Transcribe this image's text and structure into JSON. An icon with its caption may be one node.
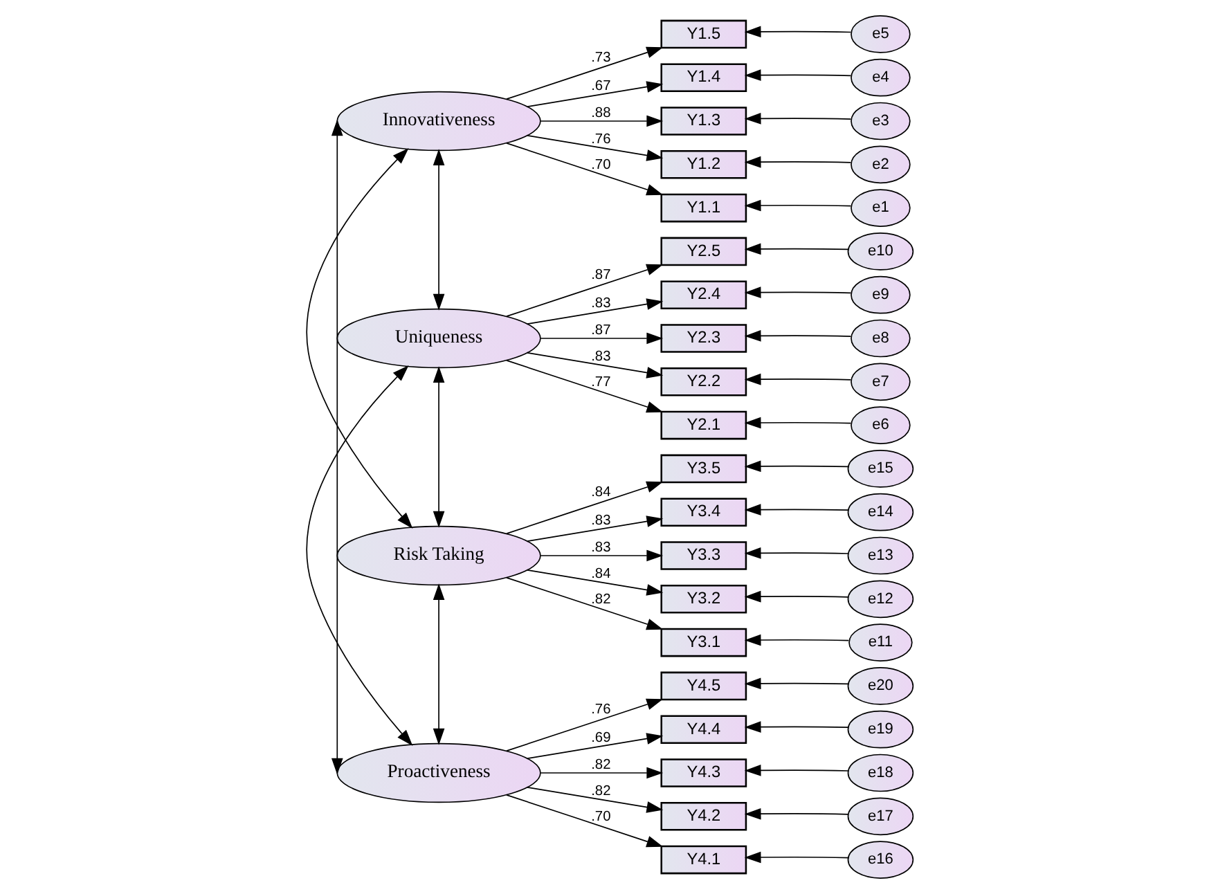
{
  "diagram": {
    "nodes": [
      {
        "text": [
          "Innovativeness"
        ]
      },
      {
        "text": [
          "Uniqueness"
        ]
      },
      {
        "text": [
          "Risk Taking"
        ]
      },
      {
        "text": [
          "Proactiveness"
        ]
      },
      {
        "text": [
          "Y1.5"
        ]
      },
      {
        "text": [
          "e5"
        ]
      },
      {
        "text": [
          "Y1.4"
        ]
      },
      {
        "text": [
          "e4"
        ]
      },
      {
        "text": [
          "Y1.3"
        ]
      },
      {
        "text": [
          "e3"
        ]
      },
      {
        "text": [
          "Y1.2"
        ]
      },
      {
        "text": [
          "e2"
        ]
      },
      {
        "text": [
          "Y1.1"
        ]
      },
      {
        "text": [
          "e1"
        ]
      },
      {
        "text": [
          "Y2.5"
        ]
      },
      {
        "text": [
          "e10"
        ]
      },
      {
        "text": [
          "Y2.4"
        ]
      },
      {
        "text": [
          "e9"
        ]
      },
      {
        "text": [
          "Y2.3"
        ]
      },
      {
        "text": [
          "e8"
        ]
      },
      {
        "text": [
          "Y2.2"
        ]
      },
      {
        "text": [
          "e7"
        ]
      },
      {
        "text": [
          "Y2.1"
        ]
      },
      {
        "text": [
          "e6"
        ]
      },
      {
        "text": [
          "Y3.5"
        ]
      },
      {
        "text": [
          "e15"
        ]
      },
      {
        "text": [
          "Y3.4"
        ]
      },
      {
        "text": [
          "e14"
        ]
      },
      {
        "text": [
          "Y3.3"
        ]
      },
      {
        "text": [
          "e13"
        ]
      },
      {
        "text": [
          "Y3.2"
        ]
      },
      {
        "text": [
          "e12"
        ]
      },
      {
        "text": [
          "Y3.1"
        ]
      },
      {
        "text": [
          "e11"
        ]
      },
      {
        "text": [
          "Y4.5"
        ]
      },
      {
        "text": [
          "e20"
        ]
      },
      {
        "text": [
          "Y4.4"
        ]
      },
      {
        "text": [
          "e19"
        ]
      },
      {
        "text": [
          "Y4.3"
        ]
      },
      {
        "text": [
          "e18"
        ]
      },
      {
        "text": [
          "Y4.2"
        ]
      },
      {
        "text": [
          "e17"
        ]
      },
      {
        "text": [
          "Y4.1"
        ]
      },
      {
        "text": [
          "e16"
        ]
      }
    ],
    "edges": [
      {
        "from": 0,
        "to": 4,
        "arrow": "to",
        "label": ".73"
      },
      {
        "from": 0,
        "to": 6,
        "arrow": "to",
        "label": ".67"
      },
      {
        "from": 0,
        "to": 8,
        "arrow": "to",
        "label": ".88"
      },
      {
        "from": 0,
        "to": 10,
        "arrow": "to",
        "label": ".76"
      },
      {
        "from": 0,
        "to": 12,
        "arrow": "to",
        "label": ".70"
      },
      {
        "from": 1,
        "to": 14,
        "arrow": "to",
        "label": ".87"
      },
      {
        "from": 1,
        "to": 16,
        "arrow": "to",
        "label": ".83"
      },
      {
        "from": 1,
        "to": 18,
        "arrow": "to",
        "label": ".87"
      },
      {
        "from": 1,
        "to": 20,
        "arrow": "to",
        "label": ".83"
      },
      {
        "from": 1,
        "to": 22,
        "arrow": "to",
        "label": ".77"
      },
      {
        "from": 2,
        "to": 24,
        "arrow": "to",
        "label": ".84"
      },
      {
        "from": 2,
        "to": 26,
        "arrow": "to",
        "label": ".83"
      },
      {
        "from": 2,
        "to": 28,
        "arrow": "to",
        "label": ".83"
      },
      {
        "from": 2,
        "to": 30,
        "arrow": "to",
        "label": ".84"
      },
      {
        "from": 2,
        "to": 32,
        "arrow": "to",
        "label": ".82"
      },
      {
        "from": 3,
        "to": 34,
        "arrow": "to",
        "label": ".76"
      },
      {
        "from": 3,
        "to": 36,
        "arrow": "to",
        "label": ".69"
      },
      {
        "from": 3,
        "to": 38,
        "arrow": "to",
        "label": ".82"
      },
      {
        "from": 3,
        "to": 40,
        "arrow": "to",
        "label": ".82"
      },
      {
        "from": 3,
        "to": 42,
        "arrow": "to",
        "label": ".70"
      },
      {
        "from": 5,
        "to": 4,
        "arrow": "to"
      },
      {
        "from": 7,
        "to": 6,
        "arrow": "to"
      },
      {
        "from": 9,
        "to": 8,
        "arrow": "to"
      },
      {
        "from": 11,
        "to": 10,
        "arrow": "to"
      },
      {
        "from": 13,
        "to": 12,
        "arrow": "to"
      },
      {
        "from": 15,
        "to": 14,
        "arrow": "to"
      },
      {
        "from": 17,
        "to": 16,
        "arrow": "to"
      },
      {
        "from": 19,
        "to": 18,
        "arrow": "to"
      },
      {
        "from": 21,
        "to": 20,
        "arrow": "to"
      },
      {
        "from": 23,
        "to": 22,
        "arrow": "to"
      },
      {
        "from": 25,
        "to": 24,
        "arrow": "to"
      },
      {
        "from": 27,
        "to": 26,
        "arrow": "to"
      },
      {
        "from": 29,
        "to": 28,
        "arrow": "to"
      },
      {
        "from": 31,
        "to": 30,
        "arrow": "to"
      },
      {
        "from": 33,
        "to": 32,
        "arrow": "to"
      },
      {
        "from": 35,
        "to": 34,
        "arrow": "to"
      },
      {
        "from": 37,
        "to": 36,
        "arrow": "to"
      },
      {
        "from": 39,
        "to": 38,
        "arrow": "to"
      },
      {
        "from": 41,
        "to": 40,
        "arrow": "to"
      },
      {
        "from": 43,
        "to": 42,
        "arrow": "to"
      },
      {
        "from": 0,
        "to": 1,
        "arrow": "both"
      },
      {
        "from": 0,
        "to": 2,
        "arrow": "both"
      },
      {
        "from": 0,
        "to": 3,
        "arrow": "both"
      },
      {
        "from": 1,
        "to": 2,
        "arrow": "both"
      },
      {
        "from": 1,
        "to": 3,
        "arrow": "both"
      },
      {
        "from": 2,
        "to": 3,
        "arrow": "both"
      }
    ]
  }
}
